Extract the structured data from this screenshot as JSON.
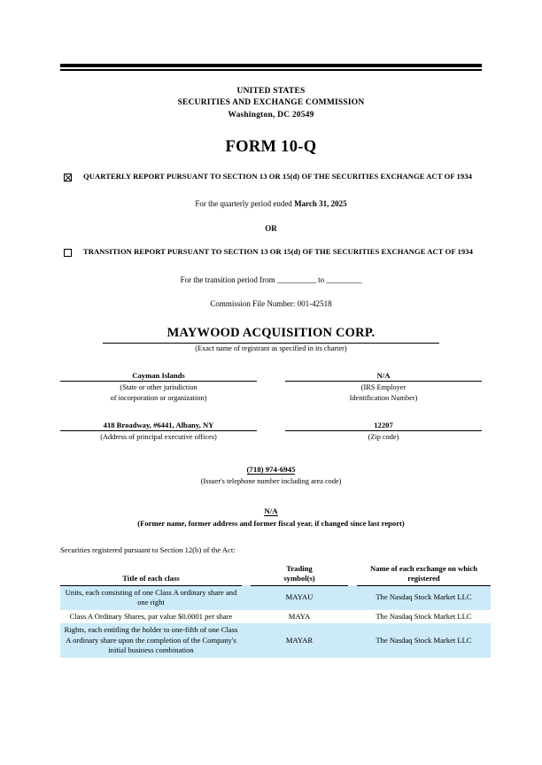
{
  "header": {
    "agency_lines": [
      "UNITED STATES",
      "SECURITIES AND EXCHANGE COMMISSION",
      "Washington, DC 20549"
    ],
    "form_title": "FORM 10-Q"
  },
  "report_type": {
    "quarterly": {
      "checked": true,
      "checkbox_glyph": "x-mark-checkbox",
      "label": "QUARTERLY REPORT PURSUANT TO SECTION 13 OR 15(d) OF THE SECURITIES EXCHANGE ACT OF 1934",
      "period_prefix": "For the quarterly period ended ",
      "period_date": "March 31, 2025"
    },
    "divider": "OR",
    "transition": {
      "checked": false,
      "checkbox_glyph": "empty-checkbox",
      "label": "TRANSITION REPORT PURSUANT TO SECTION 13 OR 15(d) OF THE SECURITIES EXCHANGE ACT OF 1934",
      "period_prefix": "For the transition period from ",
      "blank_from": "___________",
      "period_middle": " to ",
      "blank_to": "__________"
    },
    "commission_file": "Commission File Number: 001-42518"
  },
  "registrant": {
    "name": "MAYWOOD ACQUISITION CORP.",
    "name_caption": "(Exact name of registrant as specified in its charter)",
    "jurisdiction": {
      "value": "Cayman Islands",
      "caption_line1": "(State or other jurisdiction",
      "caption_line2": "of incorporation or organization)"
    },
    "irs": {
      "value": "N/A",
      "caption_line1": "(IRS Employer",
      "caption_line2": "Identification Number)"
    },
    "address": {
      "value": "418 Broadway, #6441, Albany, NY",
      "caption": "(Address of principal executive offices)"
    },
    "zip": {
      "value": "12207",
      "caption": "(Zip code)"
    },
    "phone": {
      "value": "(718) 974-6945",
      "caption": "(Issuer's telephone number including area code)"
    },
    "former_name": {
      "value": "N/A",
      "caption": "(Former name, former address and former fiscal year, if changed since last report)"
    }
  },
  "securities": {
    "intro": "Securities registered pursuant to Section 12(b) of the Act:",
    "columns": [
      "Title of each class",
      "Trading\nsymbol(s)",
      "Name of each exchange on which\nregistered"
    ],
    "column_title": "Title of each class",
    "column_symbol_line1": "Trading",
    "column_symbol_line2": "symbol(s)",
    "column_exchange_line1": "Name of each exchange on which",
    "column_exchange_line2": "registered",
    "shade_color": "#cceaf8",
    "rows": [
      {
        "title": "Units, each consisting of one Class A ordinary share and one right",
        "symbol": "MAYAU",
        "exchange": "The Nasdaq Stock Market LLC",
        "shaded": true
      },
      {
        "title": "Class A Ordinary Shares, par value $0.0001 per share",
        "symbol": "MAYA",
        "exchange": "The Nasdaq Stock Market LLC",
        "shaded": false
      },
      {
        "title": "Rights, each entitling the holder to one-fifth of one Class A ordinary share upon the completion of the Company's initial business combination",
        "symbol": "MAYAR",
        "exchange": "The Nasdaq Stock Market LLC",
        "shaded": true
      }
    ]
  }
}
